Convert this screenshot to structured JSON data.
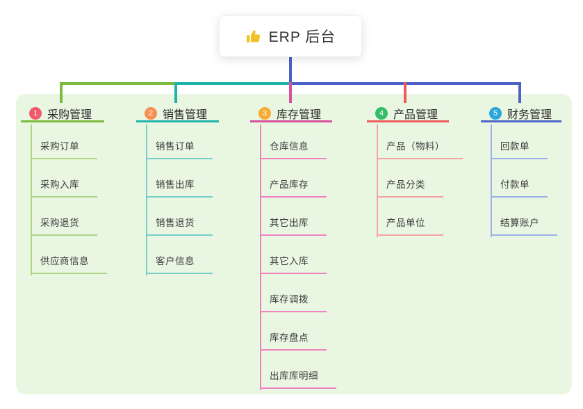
{
  "root": {
    "title": "ERP 后台",
    "icon": "thumbs-up-icon",
    "icon_color": "#F2C029"
  },
  "colors": {
    "canvas_bg": "#ffffff",
    "panel_bg": "#E9F6E2",
    "trunk_line": "#4C62C6",
    "root_card_bg": "#ffffff",
    "header_text": "#2b2b2b",
    "item_text": "#3c3c3c"
  },
  "branches": [
    {
      "index": "1",
      "label": "采购管理",
      "badge_color": "#F25968",
      "line_color": "#7CB93F",
      "line_light": "#AFD584",
      "children": [
        "采购订单",
        "采购入库",
        "采购退货",
        "供应商信息"
      ]
    },
    {
      "index": "2",
      "label": "销售管理",
      "badge_color": "#F78F4E",
      "line_color": "#1FB3AA",
      "line_light": "#74CFC8",
      "children": [
        "销售订单",
        "销售出库",
        "销售退货",
        "客户信息"
      ]
    },
    {
      "index": "3",
      "label": "库存管理",
      "badge_color": "#F7AC33",
      "line_color": "#D9509F",
      "line_light": "#EF83BE",
      "children": [
        "仓库信息",
        "产品库存",
        "其它出库",
        "其它入库",
        "库存调拨",
        "库存盘点",
        "出库库明细"
      ]
    },
    {
      "index": "4",
      "label": "产品管理",
      "badge_color": "#31BE64",
      "line_color": "#EF5A5A",
      "line_light": "#F5A3A3",
      "children": [
        "产品（物料）",
        "产品分类",
        "产品单位"
      ]
    },
    {
      "index": "5",
      "label": "财务管理",
      "badge_color": "#2BA6DB",
      "line_color": "#4C62C6",
      "line_light": "#9AB0E5",
      "children": [
        "回款单",
        "付款单",
        "结算账户"
      ]
    }
  ]
}
